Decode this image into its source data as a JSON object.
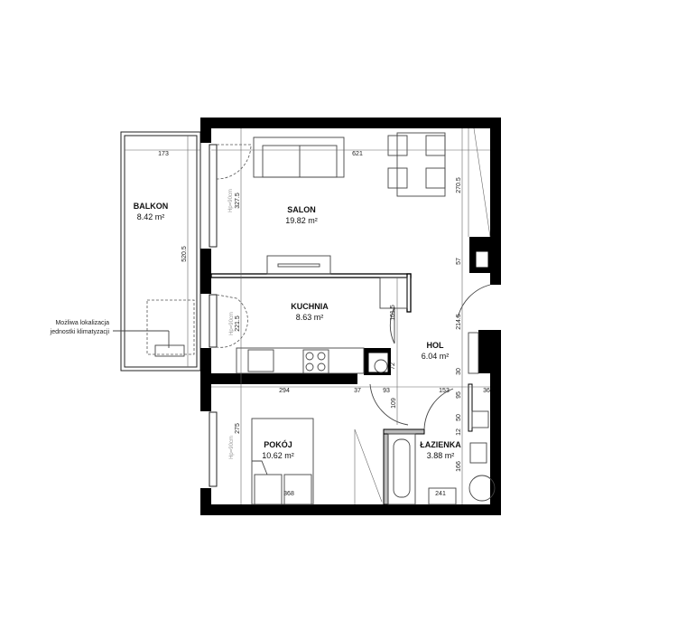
{
  "rooms": {
    "balkon": {
      "name": "BALKON",
      "area": "8.42 m²"
    },
    "salon": {
      "name": "SALON",
      "area": "19.82 m²"
    },
    "kuchnia": {
      "name": "KUCHNIA",
      "area": "8.63 m²"
    },
    "hol": {
      "name": "HOL",
      "area": "6.04 m²"
    },
    "pokoj": {
      "name": "POKÓJ",
      "area": "10.62 m²"
    },
    "lazienka": {
      "name": "ŁAZIENKA",
      "area": "3.88 m²"
    }
  },
  "dimensions": {
    "d173": "173",
    "d621": "621",
    "d270_5": "270.5",
    "d327_5": "327.5",
    "d520_5": "520.5",
    "d57": "57",
    "d161_5": "161.5",
    "d221_5": "221.5",
    "d214_5": "214.5",
    "d72": "72",
    "d30": "30",
    "d294": "294",
    "d37": "37",
    "d93": "93",
    "d153": "153",
    "d95": "95",
    "d36": "36",
    "d109": "109",
    "d50": "50",
    "d12": "12",
    "d275": "275",
    "d166": "166",
    "d368": "368",
    "d241": "241"
  },
  "window_sill": "Hp=90cm",
  "annotation": {
    "line1": "Możliwa lokalizacja",
    "line2": "jednostki klimatyzacji"
  }
}
